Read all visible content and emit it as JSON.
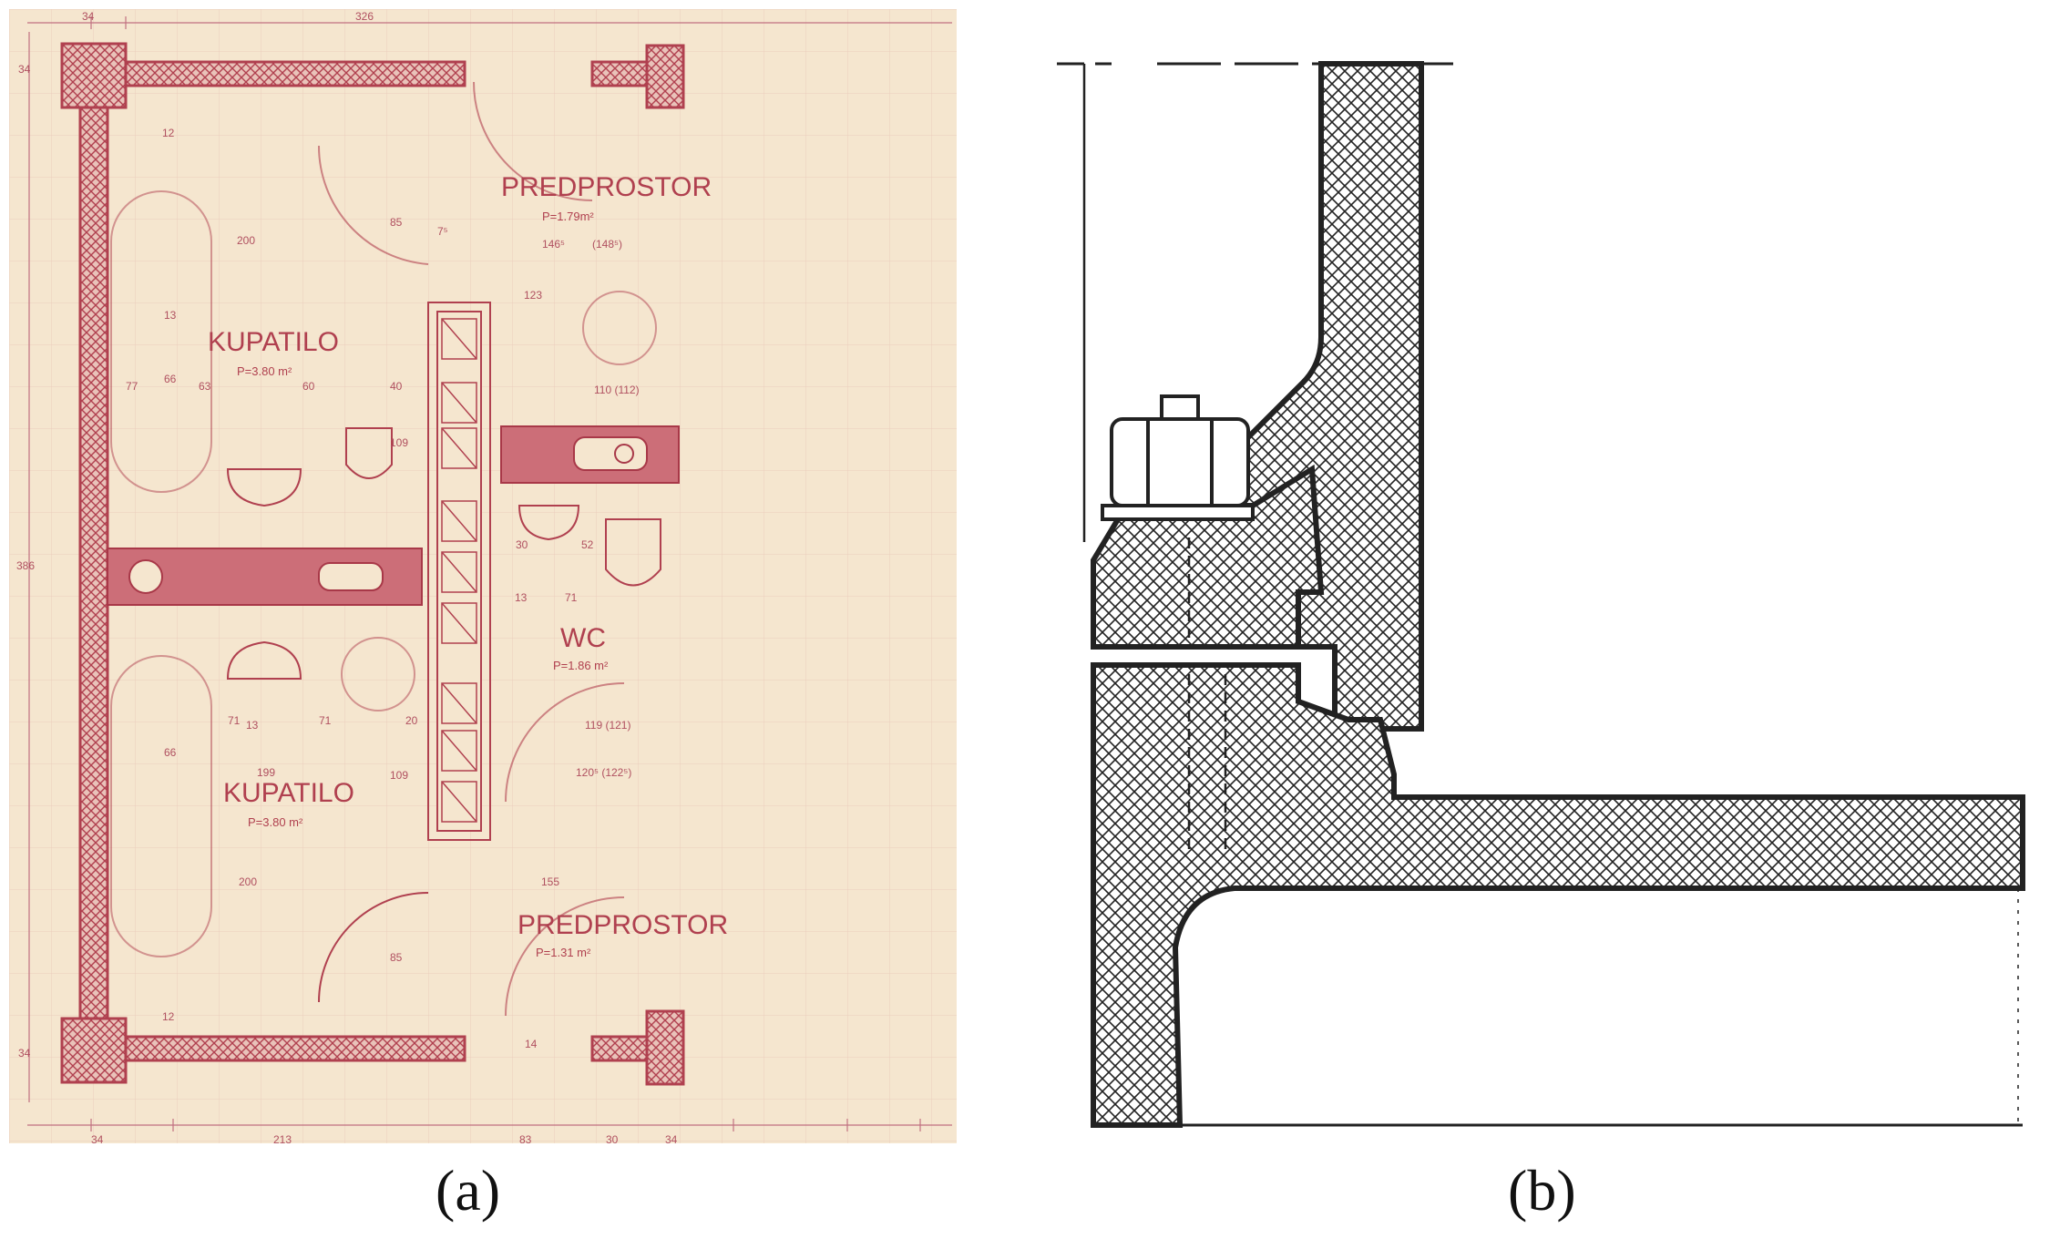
{
  "figure": {
    "labels": {
      "a": "(a)",
      "b": "(b)"
    },
    "plan": {
      "rooms": {
        "predprostor_top": "PREDPROSTOR",
        "predprostor_top_area": "P=1.79m²",
        "predprostor_bottom": "PREDPROSTOR",
        "predprostor_bottom_area": "P=1.31 m²",
        "kupatilo_top": "KUPATILO",
        "kupatilo_top_area": "P=3.80 m²",
        "kupatilo_bottom": "KUPATILO",
        "kupatilo_bottom_area": "P=3.80 m²",
        "wc": "WC",
        "wc_area": "P=1.86 m²"
      },
      "dimensions": {
        "top_34": "34",
        "top_326": "326",
        "bottom_34": "34",
        "bottom_213": "213",
        "bottom_83": "83",
        "bottom_30": "30",
        "bottom_34b": "34",
        "left_34": "34",
        "left_386": "386",
        "left_34b": "34",
        "d200a": "200",
        "d200b": "200",
        "d199": "199",
        "d85a": "85",
        "d85b": "85",
        "d109a": "109",
        "d109b": "109",
        "d60": "60",
        "d40": "40",
        "d63": "63",
        "d77": "77",
        "d66a": "66",
        "d66b": "66",
        "d71a": "71",
        "d71b": "71",
        "d71c": "71",
        "d13a": "13",
        "d13b": "13",
        "d13c": "13",
        "d20": "20",
        "d52": "52",
        "d30": "30",
        "d123": "123",
        "d155": "155",
        "d110": "110 (112)",
        "d119": "119 (121)",
        "d120": "120⁵ (122⁵)",
        "d146": "146⁵",
        "d148": "(148⁵)",
        "d12a": "12",
        "d12b": "12",
        "d14": "14",
        "d75": "7⁵"
      }
    }
  }
}
